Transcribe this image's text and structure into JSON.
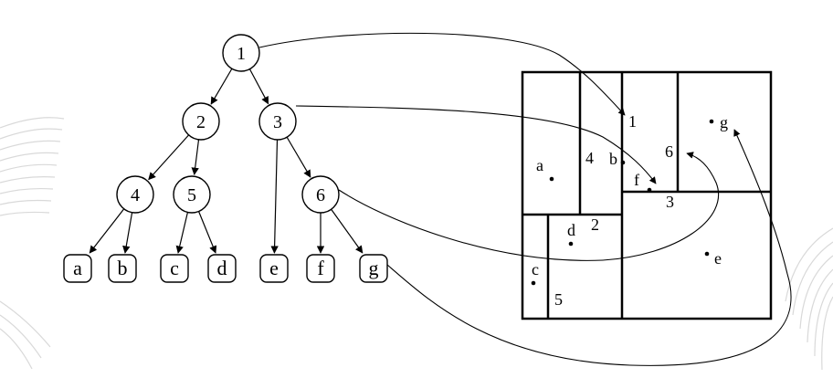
{
  "tree": {
    "internal_nodes": [
      {
        "id": "1"
      },
      {
        "id": "2"
      },
      {
        "id": "3"
      },
      {
        "id": "4"
      },
      {
        "id": "5"
      },
      {
        "id": "6"
      }
    ],
    "leaves": [
      {
        "id": "a"
      },
      {
        "id": "b"
      },
      {
        "id": "c"
      },
      {
        "id": "d"
      },
      {
        "id": "e"
      },
      {
        "id": "f"
      },
      {
        "id": "g"
      }
    ],
    "edges": [
      [
        "1",
        "2"
      ],
      [
        "1",
        "3"
      ],
      [
        "2",
        "4"
      ],
      [
        "2",
        "5"
      ],
      [
        "3",
        "e"
      ],
      [
        "3",
        "6"
      ],
      [
        "4",
        "a"
      ],
      [
        "4",
        "b"
      ],
      [
        "5",
        "c"
      ],
      [
        "5",
        "d"
      ],
      [
        "6",
        "f"
      ],
      [
        "6",
        "g"
      ]
    ]
  },
  "partition": {
    "region_labels": [
      "1",
      "2",
      "3",
      "4",
      "5",
      "6"
    ],
    "point_labels": [
      "a",
      "b",
      "c",
      "d",
      "e",
      "f",
      "g"
    ]
  },
  "colors": {
    "stroke": "#000000",
    "background": "#ffffff",
    "decor_lines": "#d9d9d9"
  }
}
